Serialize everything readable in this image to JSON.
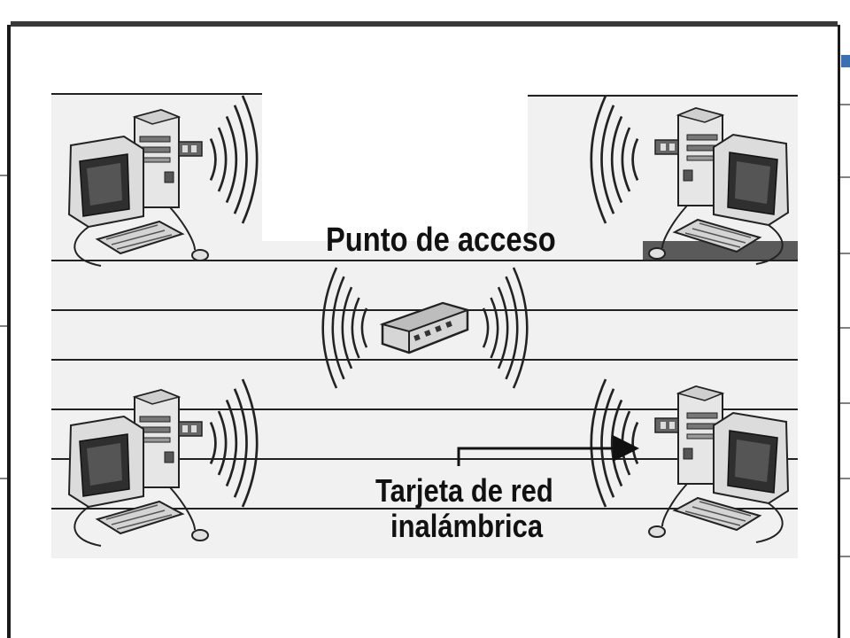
{
  "diagram": {
    "access_point_label": "Punto de acceso",
    "nic_label_line1": "Tarjeta de red",
    "nic_label_line2": "inalámbrica"
  },
  "colors": {
    "line": "#222222",
    "paper": "#f1f1f1",
    "dark_band": "#5a5a5a",
    "accent": "#3a6fb4"
  },
  "icons": [
    "computer-icon",
    "access-point-icon",
    "wireless-wave-icon",
    "arrow-icon"
  ]
}
